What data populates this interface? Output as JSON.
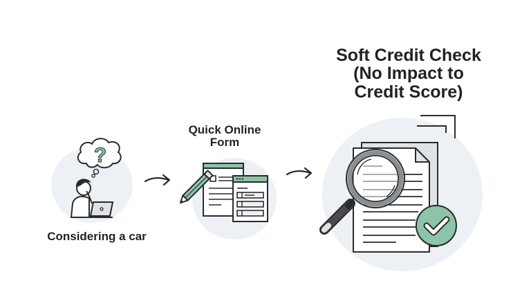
{
  "steps": [
    {
      "label": "Considering a car",
      "icon": "person-thinking-laptop-icon",
      "thought_glyph": "?"
    },
    {
      "label": "Quick Online Form",
      "icon": "online-form-icon"
    },
    {
      "label": "Soft Credit Check (No Impact to Credit Score)",
      "icon": "document-magnifier-check-icon"
    }
  ],
  "labels": {
    "step1": "Considering a car",
    "step2_line1": "Quick Online",
    "step2_line2": "Form",
    "step3_line1": "Soft Credit Check",
    "step3_line2": "(No Impact to",
    "step3_line3": "Credit Score)"
  },
  "colors": {
    "accent_green": "#8cc4a8",
    "circle_bg": "#edf1f5",
    "stroke": "#2a2a2a",
    "text": "#222222"
  }
}
